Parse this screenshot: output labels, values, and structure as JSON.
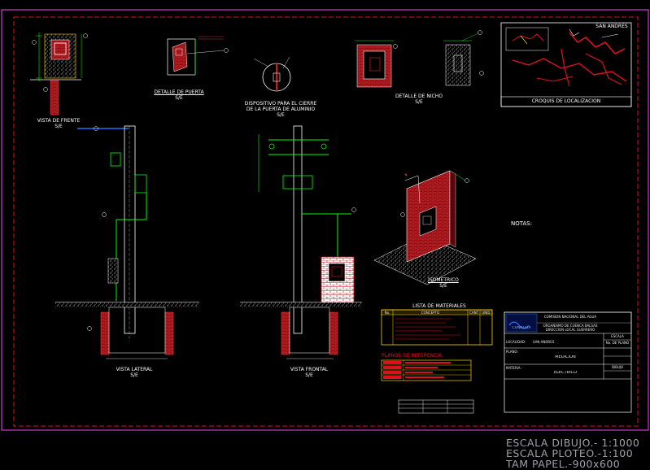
{
  "views": {
    "vista_frente": "VISTA DE FRENTE",
    "vista_frente_scale": "S/E",
    "detalle_puerta": "DETALLE DE PUERTA",
    "detalle_puerta_scale": "S/E",
    "dispositivo": "DISPOSITIVO PARA EL CIERRE\nDE LA PUERTA DE ALUMINIO",
    "dispositivo_scale": "S/E",
    "detalle_nicho": "DETALLE DE NICHO",
    "detalle_nicho_scale": "S/E",
    "croquis": "CROQUIS DE LOCALIZACION",
    "map_town": "SAN ANDRES",
    "vista_lateral": "VISTA LATERAL",
    "vista_lateral_scale": "S/E",
    "vista_frontal": "VISTA FRONTAL",
    "vista_frontal_scale": "S/E",
    "isometrico": "ISOMETRICO",
    "isometrico_scale": "S/E"
  },
  "materiales": {
    "title": "LISTA DE MATERIALES",
    "header": [
      "No.",
      "CONCEPTO",
      "CANT.",
      "UNID."
    ]
  },
  "planos": {
    "title": "PLANOS DE REFERENCIA"
  },
  "notas": {
    "title": "NOTAS:"
  },
  "title_block": {
    "org1": "COMISION NACIONAL DEL AGUA",
    "org2": "ORGANISMO DE CUENCA BALSAS",
    "org3": "DIRECCION LOCAL GUERRERO",
    "logo_text": "CONAGUA",
    "plano_label": "PLANO:",
    "plano_value": "MEDICION",
    "materia_label": "MATERIA:",
    "materia_value": "ELECTRICO",
    "localidad_label": "LOCALIDAD:",
    "localidad_value": "SAN ANDRES",
    "no_plano": "No. DE PLANO",
    "dibujo": "DIBUJO",
    "escala_label": "ESCALA"
  },
  "scale_footer": {
    "line1": "ESCALA DIBUJO.- 1:1000",
    "line2": "ESCALA PLOTEO.-1:100",
    "line3": "TAM PAPEL.-900x600"
  },
  "colors": {
    "background": "#000000",
    "border_magenta": "#d23ad2",
    "border_red": "#e0101a",
    "line_green": "#00ff00",
    "line_white": "#ffffff",
    "brick_red": "#b0121a",
    "accent_blue": "#2a6cff",
    "table_yellow": "#ffd400"
  }
}
